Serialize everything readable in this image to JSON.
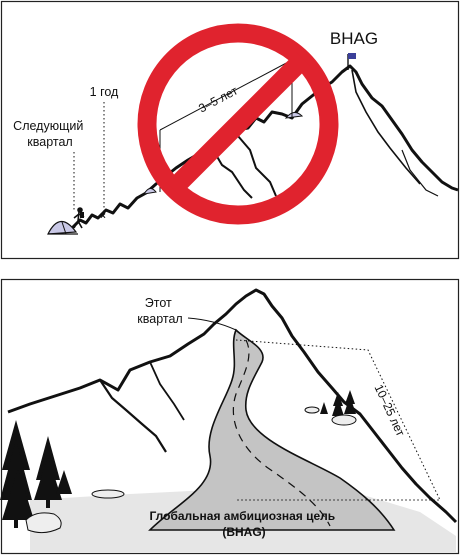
{
  "top_panel": {
    "label_next_quarter_line1": "Следующий",
    "label_next_quarter_line2": "квартал",
    "label_one_year": "1 год",
    "label_3_5_years": "3–5 лет",
    "label_bhag": "BHAG",
    "icons": [
      "tent-icon",
      "hiker-icon",
      "flag-icon",
      "prohibition-sign-icon"
    ],
    "colors": {
      "prohibition": "#e0232e",
      "tent": "#c9c8e6",
      "flag": "#3b3f99"
    }
  },
  "bottom_panel": {
    "label_this_quarter_line1": "Этот",
    "label_this_quarter_line2": "квартал",
    "label_10_25_years": "10–25 лет",
    "label_goal_line1": "Глобальная амбициозная цель",
    "label_goal_line2": "(BHAG)",
    "icons": [
      "pine-tree-icon",
      "rock-icon",
      "road-icon"
    ],
    "colors": {
      "road": "#c4c4c4",
      "ground": "#e6e6e6"
    }
  }
}
